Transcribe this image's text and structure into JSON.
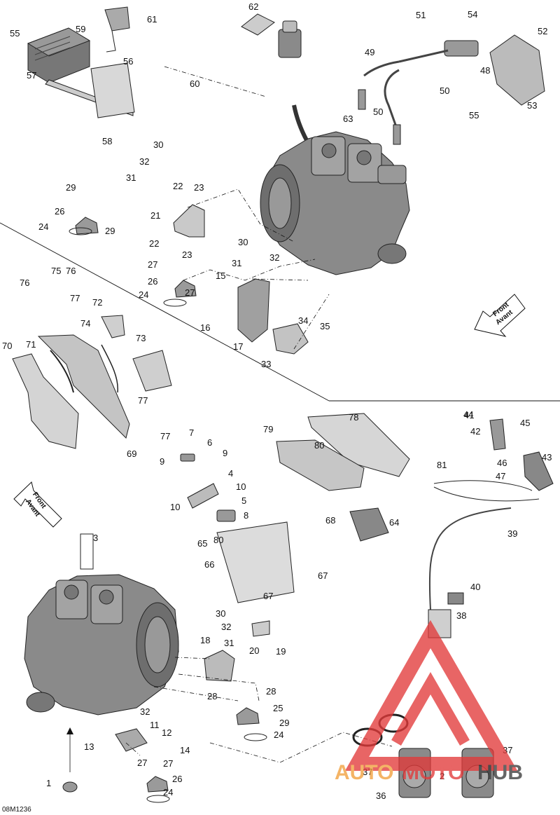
{
  "diagram": {
    "ref_code": "08M1236",
    "arrow_front_label": "Front",
    "arrow_avant_label": "Avant",
    "watermark_text_a": "AUTO",
    "watermark_text_b": "MOTO",
    "watermark_text_c": "HUB",
    "colors": {
      "part_gray": "#8a8a8a",
      "part_light": "#bdbdbd",
      "part_dark": "#555555",
      "watermark_red": "#e23a3a",
      "watermark_orange": "#f2a03c"
    },
    "callouts": [
      "1",
      "2",
      "3",
      "4",
      "5",
      "6",
      "7",
      "8",
      "9",
      "9",
      "10",
      "10",
      "11",
      "12",
      "13",
      "14",
      "15",
      "16",
      "17",
      "18",
      "19",
      "20",
      "21",
      "22",
      "22",
      "23",
      "23",
      "24",
      "24",
      "24",
      "24",
      "25",
      "26",
      "26",
      "26",
      "27",
      "27",
      "27",
      "27",
      "28",
      "28",
      "29",
      "29",
      "29",
      "30",
      "30",
      "30",
      "31",
      "31",
      "31",
      "32",
      "32",
      "32",
      "32",
      "33",
      "34",
      "35",
      "36",
      "37",
      "37",
      "38",
      "39",
      "40",
      "41",
      "42",
      "43",
      "44",
      "45",
      "46",
      "47",
      "48",
      "49",
      "50",
      "50",
      "51",
      "52",
      "53",
      "54",
      "55",
      "55",
      "56",
      "57",
      "58",
      "59",
      "60",
      "61",
      "62",
      "63",
      "64",
      "65",
      "66",
      "67",
      "67",
      "68",
      "69",
      "70",
      "71",
      "72",
      "73",
      "74",
      "75",
      "76",
      "76",
      "77",
      "77",
      "77",
      "78",
      "79",
      "80",
      "80",
      "81"
    ]
  }
}
